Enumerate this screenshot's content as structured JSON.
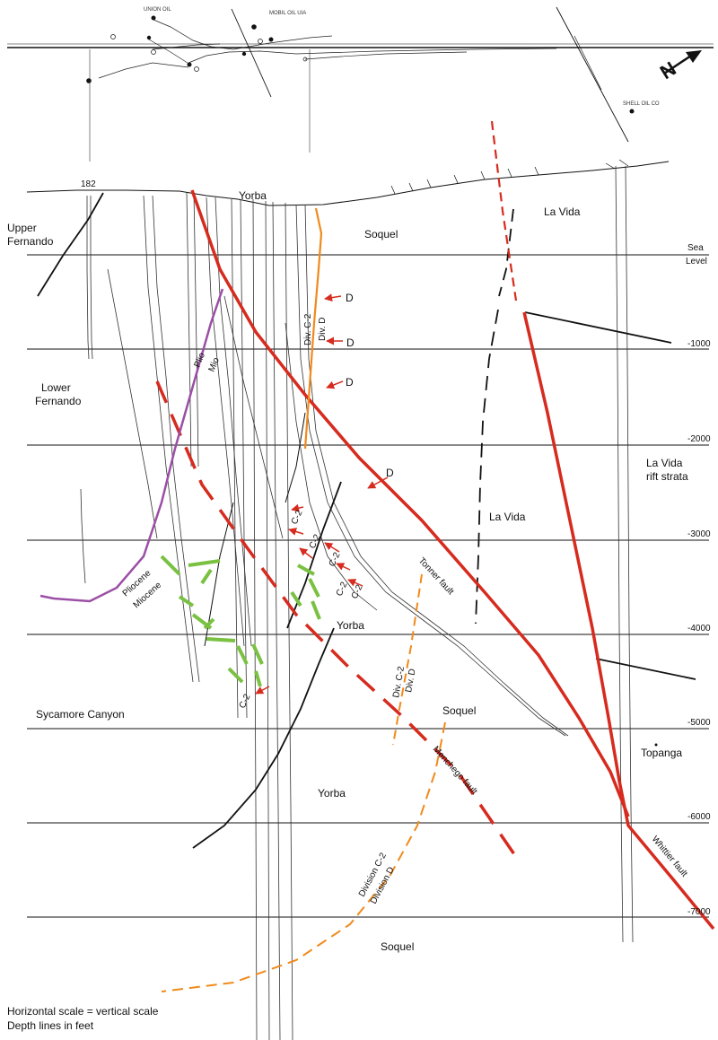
{
  "map_header": {
    "well_labels": [
      "UNION OIL",
      "MOBIL OIL UIA",
      "SHELL OIL CO"
    ],
    "north_arrow_letter": "N"
  },
  "depth_scale": {
    "sea_level_label": [
      "Sea",
      "Level"
    ],
    "ticks": [
      "-1000",
      "-2000",
      "-3000",
      "-4000",
      "-5000",
      "-6000",
      "-7000"
    ]
  },
  "well_number": "182",
  "formations": {
    "upper_fernando": [
      "Upper",
      "Fernando"
    ],
    "lower_fernando": [
      "Lower",
      "Fernando"
    ],
    "yorba_top": "Yorba",
    "soquel_top": "Soquel",
    "la_vida_top": "La Vida",
    "la_vida_mid": "La Vida",
    "la_vida_rift": [
      "La Vida",
      "rift strata"
    ],
    "yorba_mid": "Yorba",
    "sycamore": "Sycamore Canyon",
    "soquel_mid": "Soquel",
    "topanga": "Topanga",
    "yorba_low": "Yorba",
    "soquel_low": "Soquel"
  },
  "contacts": {
    "plio_mio": [
      "Plio",
      "Mio"
    ],
    "pliocene_miocene": [
      "Pliocene",
      "Miocene"
    ],
    "div_c2_d_upper": [
      "Div. C-2",
      "Div. D"
    ],
    "div_c2_d_mid": [
      "Div. C-2",
      "Div. D"
    ],
    "division_c2_d": [
      "Division C-2",
      "Division D"
    ]
  },
  "faults": {
    "tonner": "Tonner fault",
    "menchego": "Menchego fault",
    "whittier": "Whittier fault"
  },
  "picks": {
    "d": [
      "D",
      "D",
      "D",
      "D"
    ],
    "c2": [
      "C-2",
      "C-2",
      "C-2",
      "C-2",
      "C-2",
      "C-2"
    ]
  },
  "notes": [
    "Horizontal scale = vertical scale",
    "Depth lines in feet"
  ],
  "colors": {
    "fault": "#d62b1e",
    "contact_plio_mio": "#9b4fa5",
    "contact_division": "#f08a1c",
    "marker_green": "#7ac142",
    "arrow": "#d62b1e"
  }
}
